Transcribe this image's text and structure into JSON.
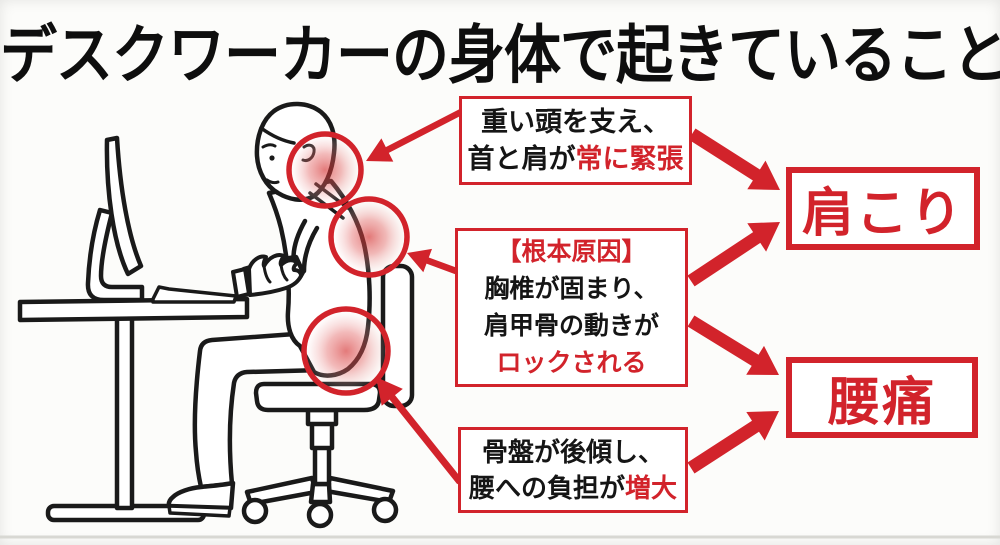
{
  "title": "デスクワーカーの身体で起きていること",
  "callouts": {
    "neck": {
      "line1": "重い頭を支え、",
      "line2_black": "首と肩が",
      "line2_red": "常に緊張"
    },
    "thoracic": {
      "heading_red": "【根本原因】",
      "line1": "胸椎が固まり、",
      "line2": "肩甲骨の動きが",
      "line3_red": "ロックされる"
    },
    "pelvis": {
      "line1": "骨盤が後傾し、",
      "line2_black": "腰への負担が",
      "line2_red": "増大"
    }
  },
  "results": {
    "shoulder": "肩こり",
    "lower_back": "腰痛"
  },
  "colors": {
    "accent_red": "#d2232b",
    "ink": "#111111",
    "background": "#fcfcfa"
  }
}
